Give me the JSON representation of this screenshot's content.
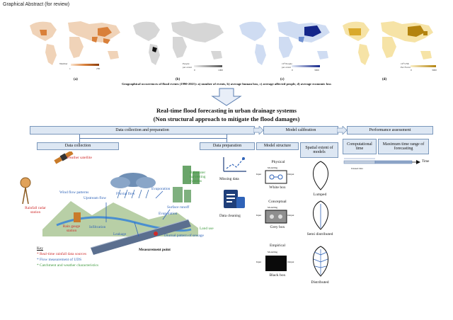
{
  "header": "Graphical Abstract (for review)",
  "maps": [
    {
      "letter": "(a)",
      "legend_title": "Number",
      "legend_min": "1",
      "legend_max": "230",
      "color": "#d9803a"
    },
    {
      "letter": "(b)",
      "legend_title": "People",
      "legend_sub": "per event",
      "legend_min": "0",
      "legend_max": "1000",
      "color": "#555555"
    },
    {
      "letter": "(c)",
      "legend_title": "10³ People",
      "legend_sub": "per event",
      "legend_min": "0",
      "legend_max": "3000",
      "color": "#3f6fc0"
    },
    {
      "letter": "(d)",
      "legend_title": "10³ US$",
      "legend_sub": "Per Event",
      "legend_min": "0",
      "legend_max": "3000",
      "color": "#d9a92c"
    }
  ],
  "caption": "Geographical occurrences of flood events (1990-2021): a) number of events, b) average human loss, c) average affected people, d) average economic loss",
  "title_line1": "Real-time flood forecasting in urban drainage systems",
  "title_line2": "(Non structural approach to mitigate the flood damages)",
  "sections": {
    "data_collection_prep": "Data collection and preparation",
    "model_calibration": "Model calibration",
    "performance": "Performance assessment",
    "data_collection": "Data collection",
    "data_preparation": "Data preparation",
    "model_structure": "Model structure",
    "spatial_extent": "Spatial extent of models",
    "computational_time": "Computational time",
    "max_time_range": "Maximum time range of forecasting"
  },
  "timeline": {
    "time": "Time",
    "unused": "Unused data"
  },
  "collection_labels": {
    "weather_satellite": "Weather satellite",
    "wind_flow": "Wind flow patterns",
    "upstream_flow": "Upstream flow",
    "fluvial_flow": "Fluvial flow",
    "evaporation_top": "Evaporation",
    "rainwater": "Rainwater harvesting systems",
    "surface_runoff": "Surface runoff",
    "evaporation_mid": "Evaporation",
    "rainfall_radar": "Rainfall radar station",
    "rain_gauge": "Rain gauge station",
    "infiltration": "Infiltration",
    "leakage": "Leakage",
    "land_use": "Land use",
    "diurnal": "Diurnal pattern of sewage",
    "measurement_point": "Measurement point"
  },
  "key": {
    "title": "Key",
    "items": [
      {
        "text": "* Real-time rainfall data sources",
        "color": "#cf2a2a"
      },
      {
        "text": "* Flow measurement of UDS",
        "color": "#2f63b8"
      },
      {
        "text": "* Catchment and weather characteristics",
        "color": "#3f9a3f"
      }
    ]
  },
  "preparation": {
    "missing_data": "Missing data",
    "data_cleaning": "Data cleaning"
  },
  "models": [
    {
      "kind": "Physical",
      "box": "White box"
    },
    {
      "kind": "Conceptual",
      "box": "Grey box"
    },
    {
      "kind": "Empirical",
      "box": "Black box"
    }
  ],
  "model_words": {
    "input": "Input",
    "output": "Output",
    "modelling": "Modelling"
  },
  "spatial": {
    "lumped": "Lumped",
    "semi": "Semi distributed",
    "distributed": "Distributed"
  }
}
